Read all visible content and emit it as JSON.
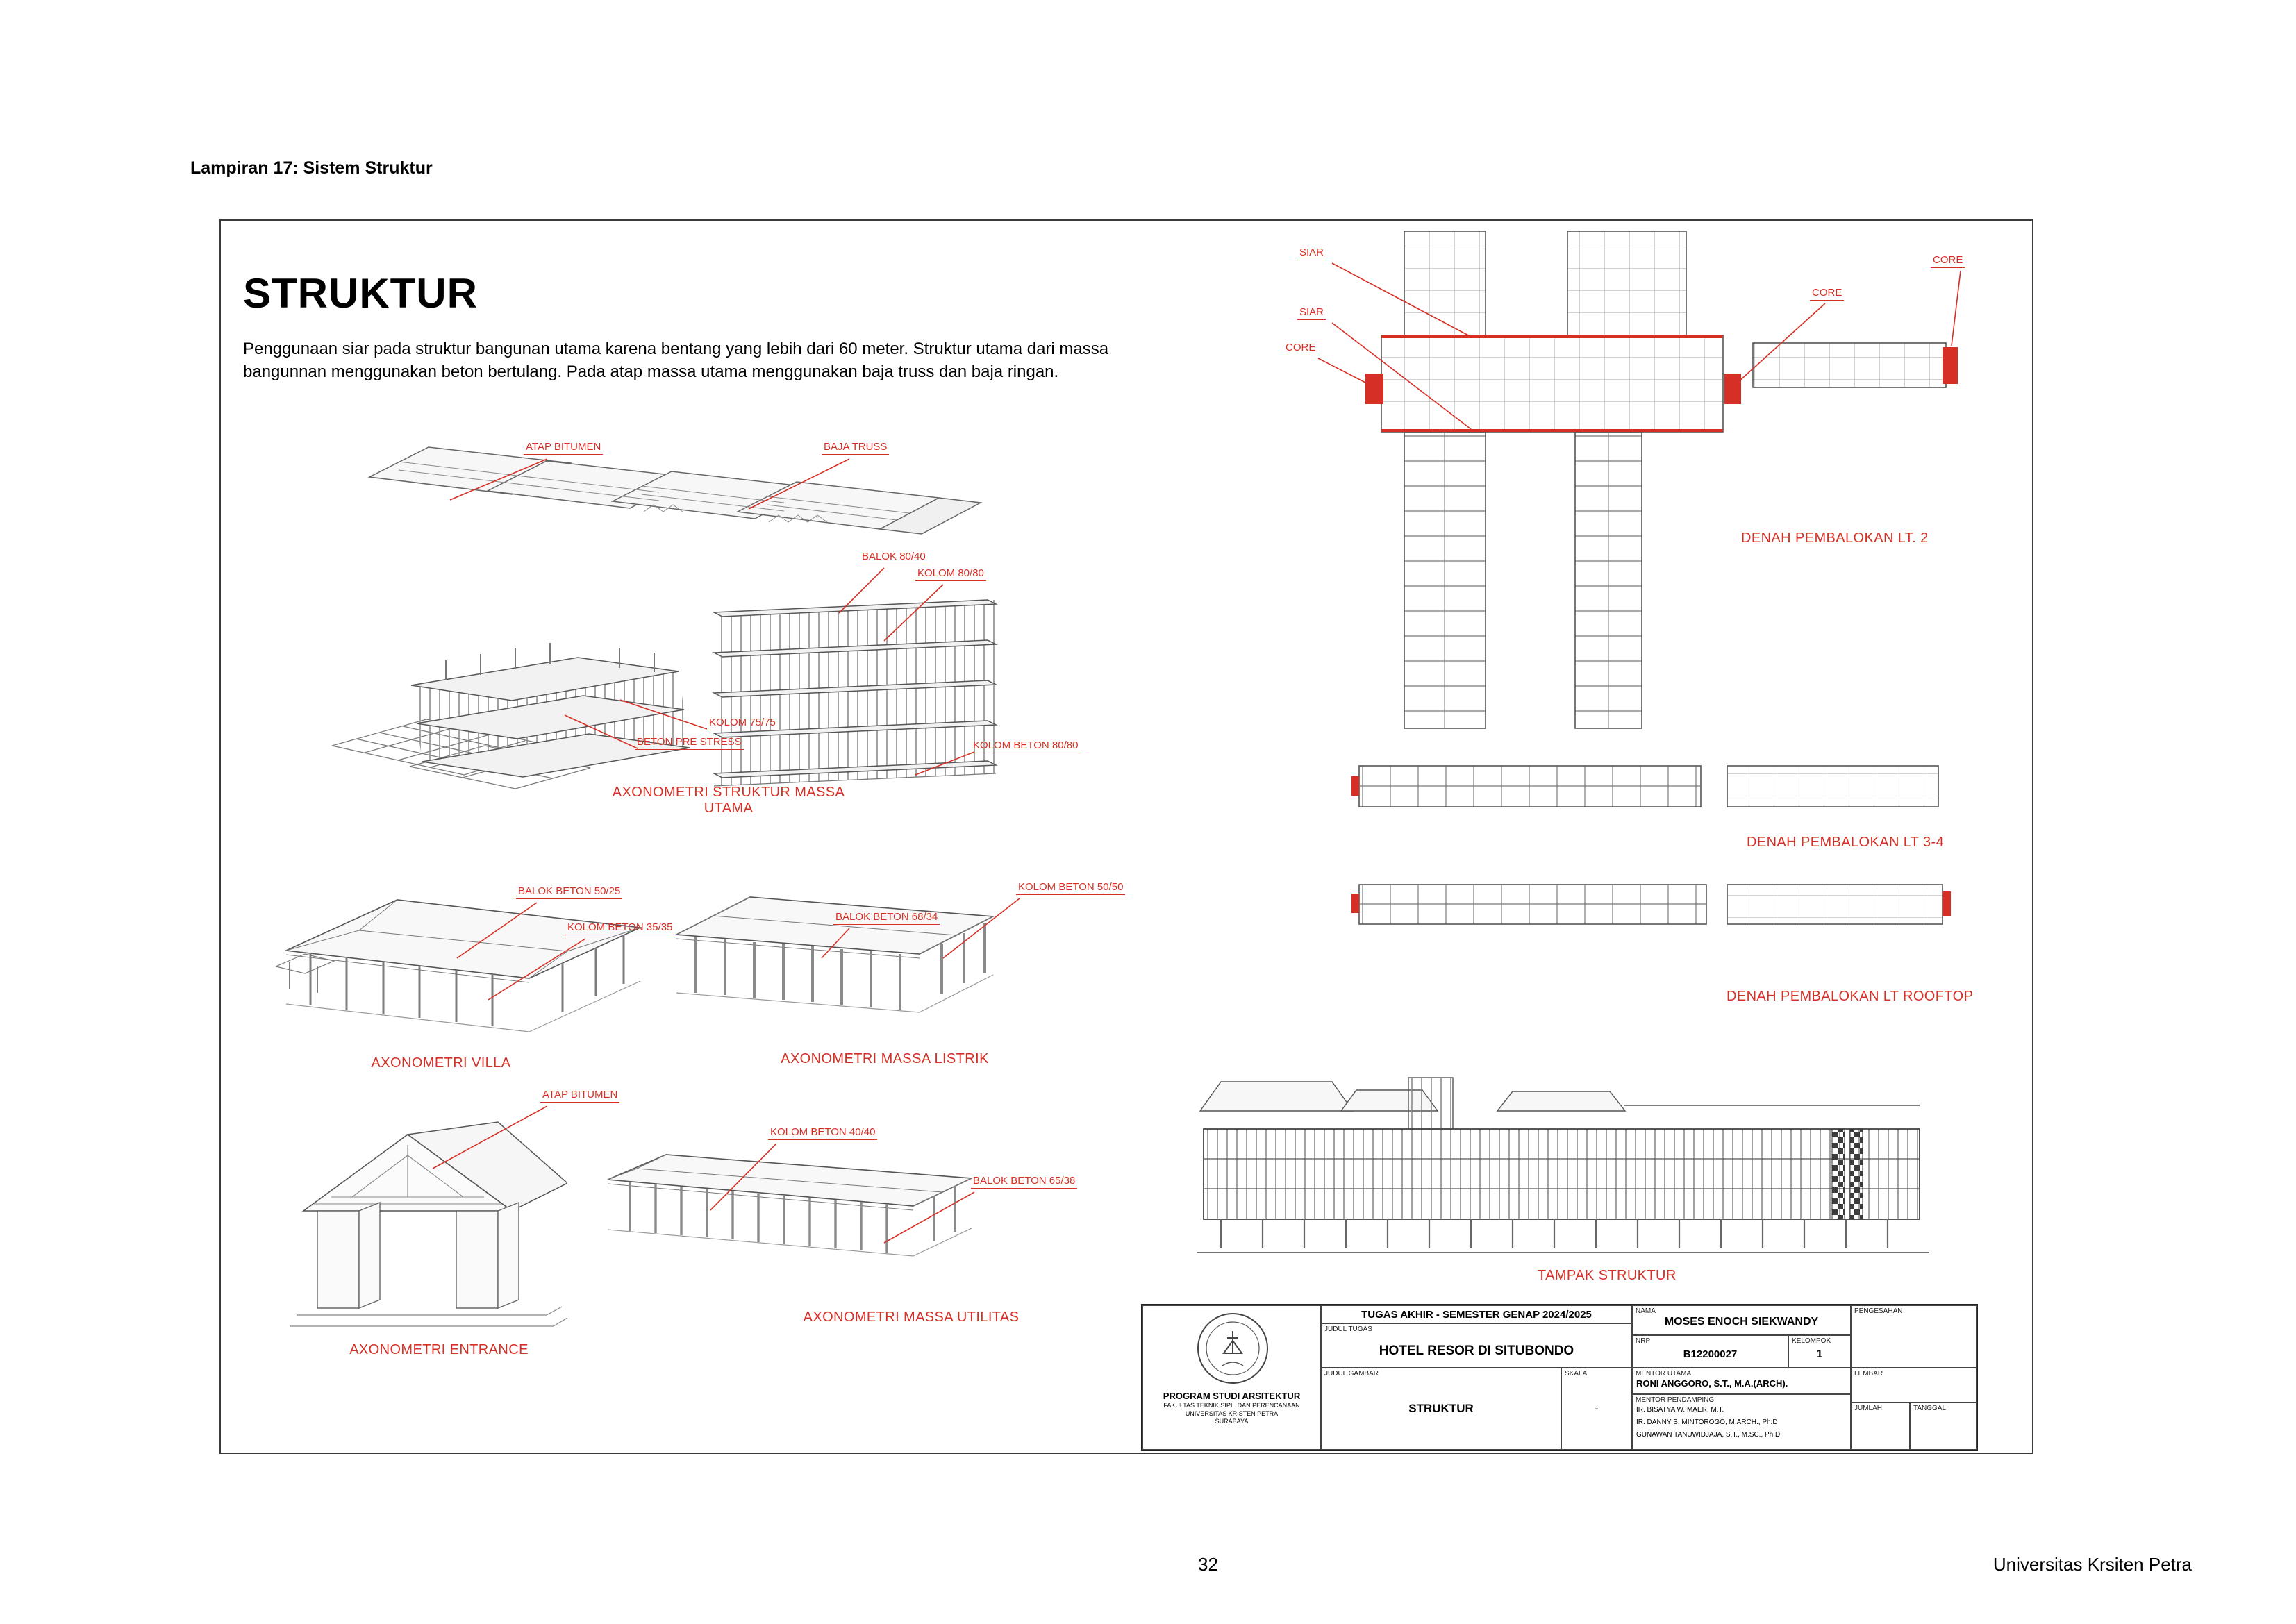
{
  "page": {
    "header": "Lampiran 17: Sistem Struktur",
    "page_number": "32",
    "institution": "Universitas Krsiten Petra"
  },
  "sheet": {
    "title": "STRUKTUR",
    "description_line1": "Penggunaan siar pada struktur bangunan utama karena bentang yang lebih dari 60 meter. Struktur utama dari massa",
    "description_line2": "bangunnan menggunakan beton bertulang. Pada atap massa utama menggunakan baja truss dan baja ringan.",
    "annotations": {
      "atap_bitumen_roof": "ATAP BITUMEN",
      "baja_truss": "BAJA TRUSS",
      "balok_80_40": "BALOK 80/40",
      "kolom_80_80": "KOLOM 80/80",
      "kolom_75_75": "KOLOM 75/75",
      "beton_pre_stress": "BETON PRE STRESS",
      "kolom_beton_80_80": "KOLOM BETON 80/80",
      "balok_beton_50_25": "BALOK BETON 50/25",
      "kolom_beton_35_35": "KOLOM BETON 35/35",
      "kolom_beton_50_50": "KOLOM BETON 50/50",
      "balok_beton_68_34": "BALOK BETON 68/34",
      "atap_bitumen_entrance": "ATAP BITUMEN",
      "kolom_beton_40_40": "KOLOM BETON 40/40",
      "balok_beton_65_38": "BALOK BETON 65/38",
      "siar_1": "SIAR",
      "siar_2": "SIAR",
      "core_1": "CORE",
      "core_2": "CORE",
      "core_3": "CORE"
    },
    "captions": {
      "massa_utama_line1": "AXONOMETRI STRUKTUR MASSA",
      "massa_utama_line2": "UTAMA",
      "villa": "AXONOMETRI VILLA",
      "listrik": "AXONOMETRI MASSA LISTRIK",
      "entrance": "AXONOMETRI ENTRANCE",
      "utilitas": "AXONOMETRI MASSA UTILITAS",
      "denah_lt2": "DENAH PEMBALOKAN LT. 2",
      "denah_lt34": "DENAH PEMBALOKAN LT 3-4",
      "denah_rooftop": "DENAH PEMBALOKAN LT ROOFTOP",
      "tampak": "TAMPAK STRUKTUR"
    }
  },
  "title_block": {
    "header": "TUGAS AKHIR - SEMESTER GENAP 2024/2025",
    "judul_tugas_label": "JUDUL TUGAS",
    "judul_tugas": "HOTEL RESOR DI SITUBONDO",
    "judul_gambar_label": "JUDUL GAMBAR",
    "judul_gambar": "STRUKTUR",
    "skala_label": "SKALA",
    "skala": "-",
    "nama_label": "NAMA",
    "nama": "MOSES ENOCH SIEKWANDY",
    "nrp_label": "NRP",
    "nrp": "B12200027",
    "kelompok_label": "KELOMPOK",
    "kelompok": "1",
    "mentor_utama_label": "MENTOR UTAMA",
    "mentor_utama": "RONI ANGGORO, S.T., M.A.(ARCH).",
    "mentor_pendamping_label": "MENTOR PENDAMPING",
    "mentor_pendamping_1": "IR. BISATYA W. MAER, M.T.",
    "mentor_pendamping_2": "IR. DANNY S. MINTOROGO, M.ARCH., Ph.D",
    "mentor_pendamping_3": "GUNAWAN TANUWIDJAJA, S.T., M.SC., Ph.D",
    "pengesahan_label": "PENGESAHAN",
    "lembar_label": "LEMBAR",
    "jumlah_label": "JUMLAH",
    "tanggal_label": "TANGGAL",
    "program": "PROGRAM STUDI ARSITEKTUR",
    "fakultas": "FAKULTAS TEKNIK SIPIL DAN PERENCANAAN",
    "universitas": "UNIVERSITAS KRISTEN PETRA",
    "kota": "SURABAYA"
  },
  "colors": {
    "annotation_red": "#d63026"
  }
}
